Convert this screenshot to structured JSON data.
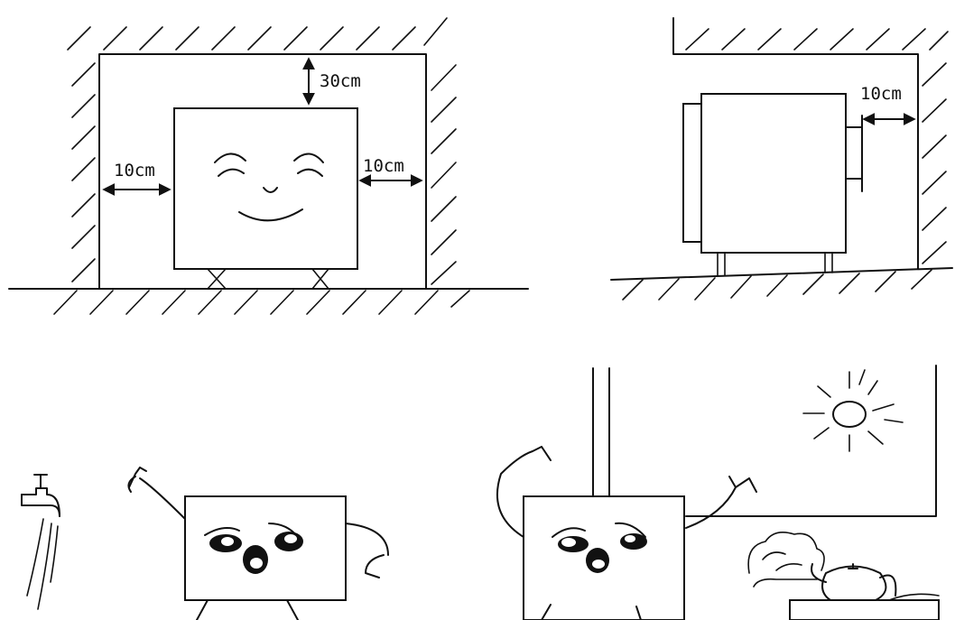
{
  "labels": {
    "top_clearance": "30cm",
    "left_clearance": "10cm",
    "right_clearance": "10cm",
    "side_view_clearance": "10cm"
  }
}
